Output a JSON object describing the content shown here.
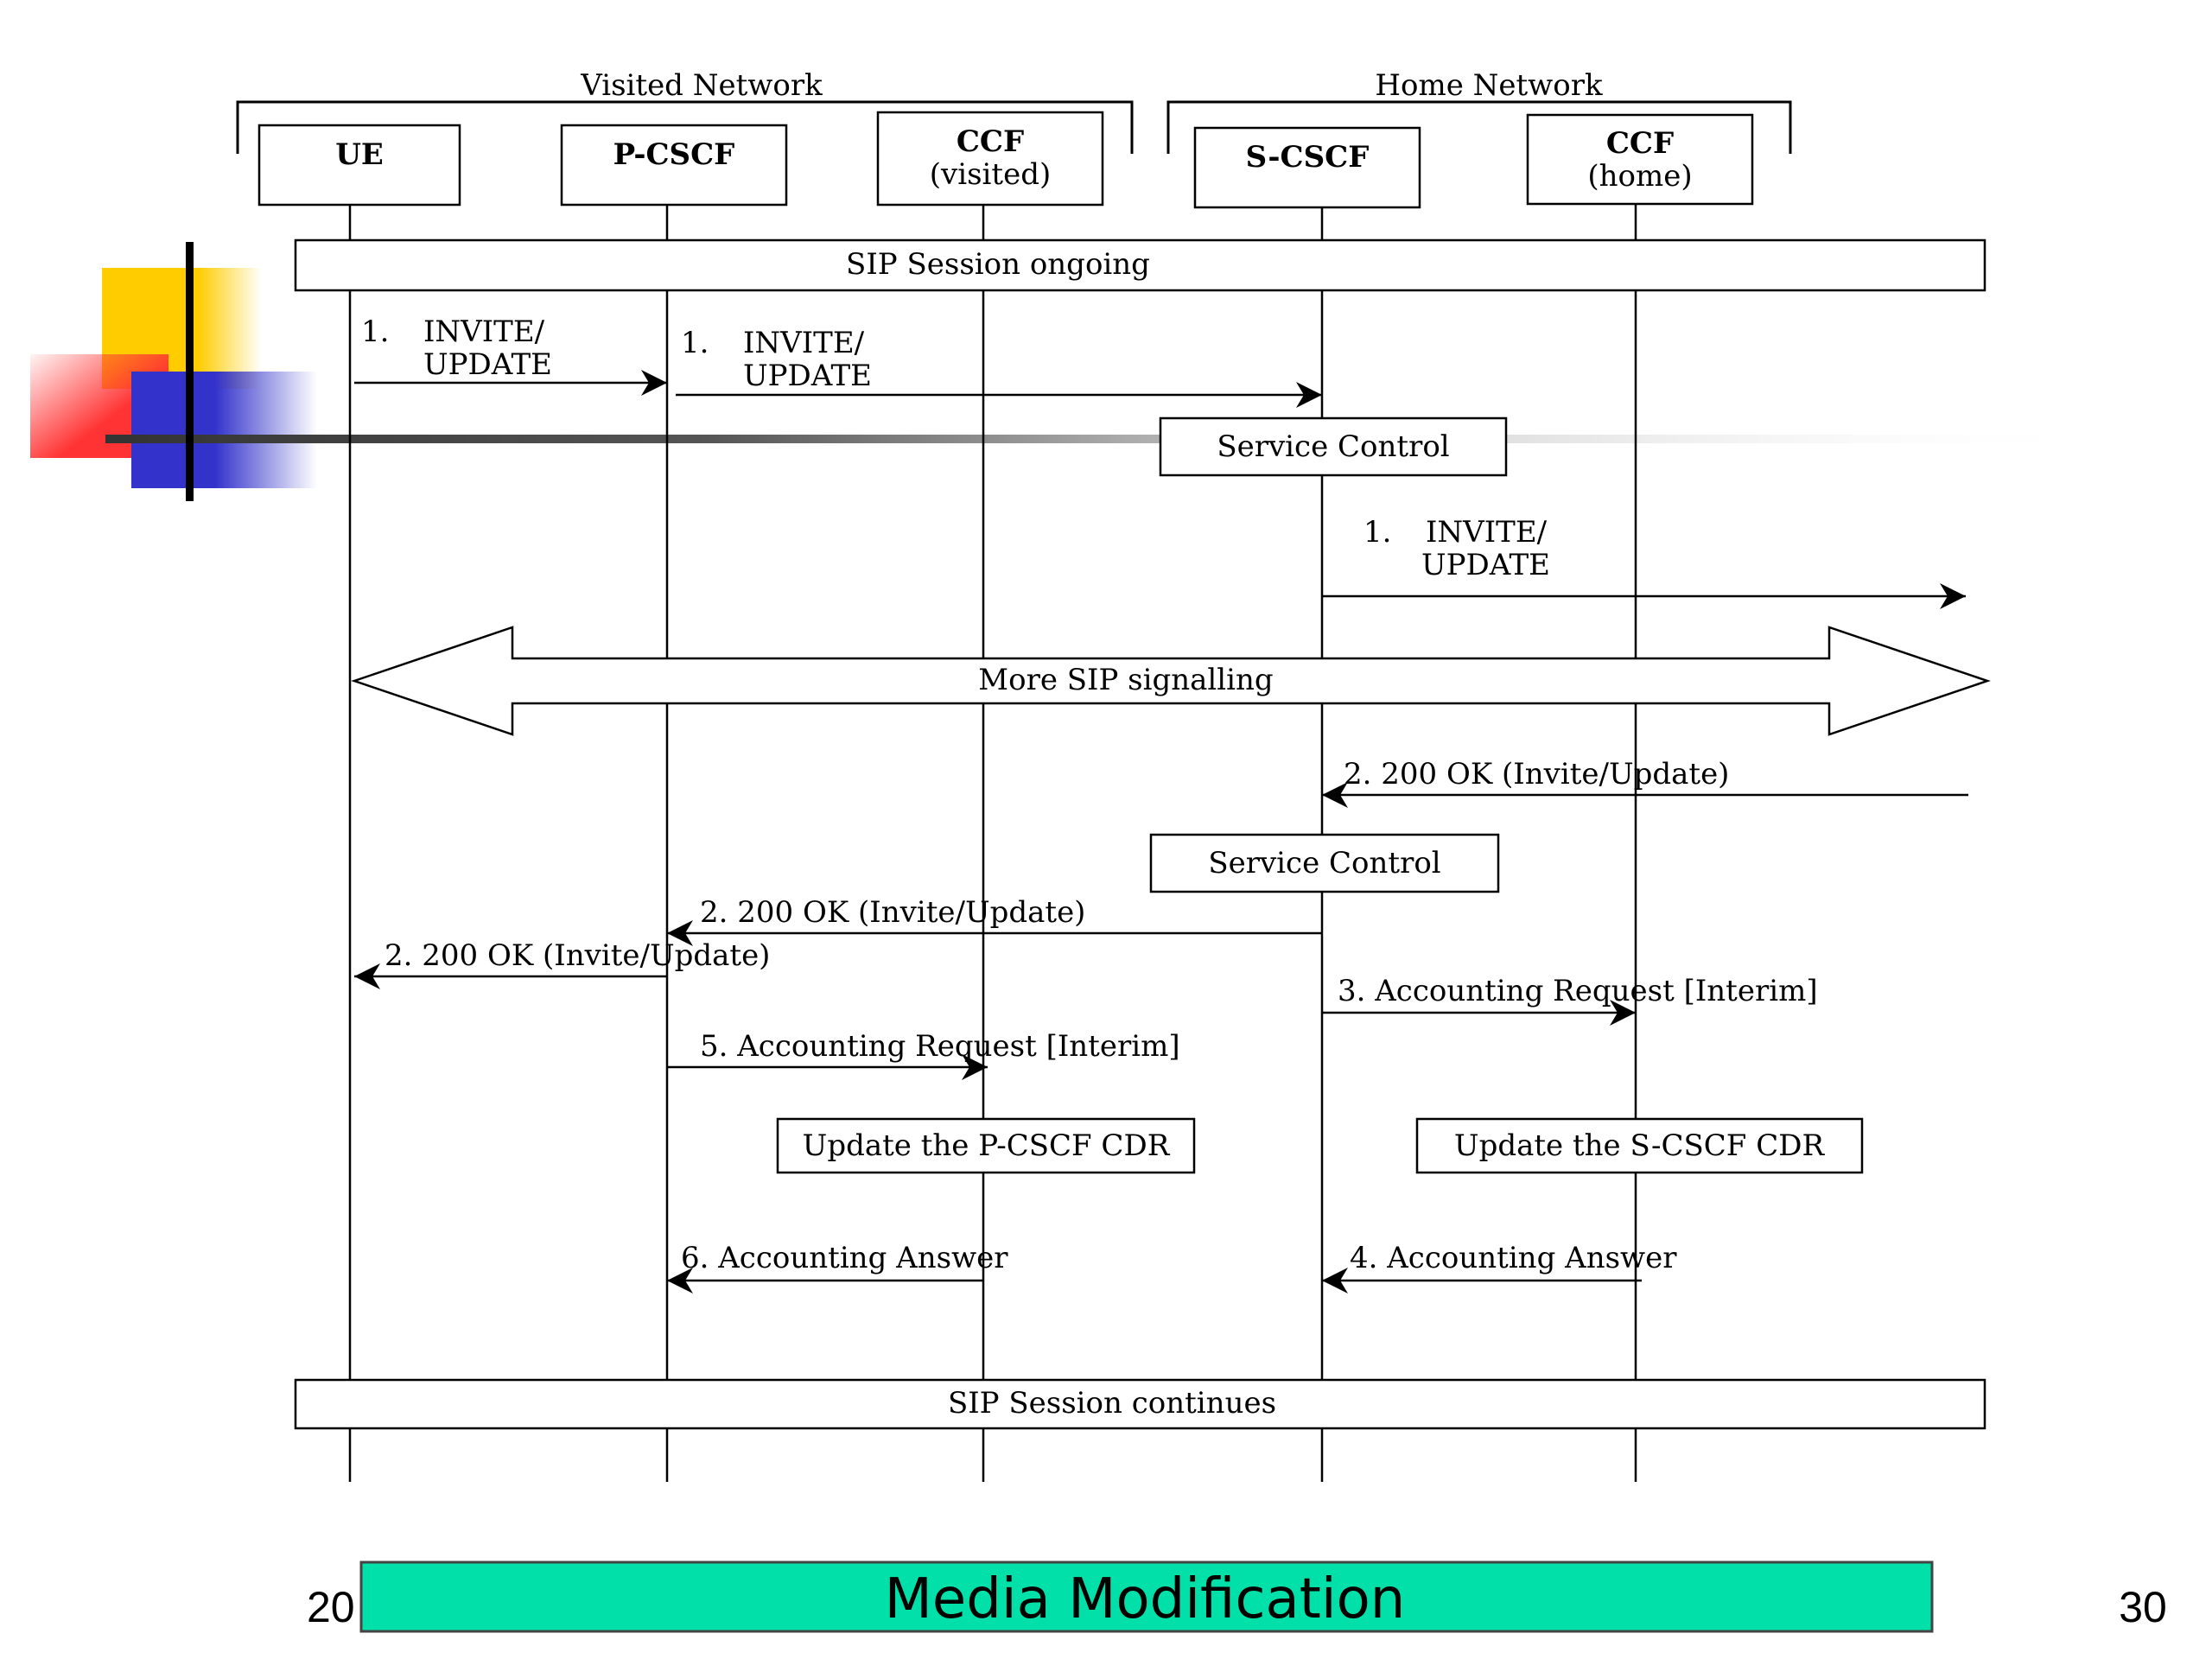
{
  "groups": {
    "visited": "Visited Network",
    "home": "Home Network"
  },
  "entities": {
    "ue": [
      "UE"
    ],
    "pcscf": [
      "P-CSCF"
    ],
    "ccf_visited": [
      "CCF",
      "(visited)"
    ],
    "scscf": [
      "S-CSCF"
    ],
    "ccf_home": [
      "CCF",
      "(home)"
    ]
  },
  "bars": {
    "session_ongoing": "SIP Session ongoing",
    "more_signalling": "More SIP signalling",
    "session_continues": "SIP Session continues"
  },
  "boxes": {
    "service_control_1": "Service Control",
    "service_control_2": "Service Control",
    "update_pcscf_cdr": "Update the P-CSCF CDR",
    "update_scscf_cdr": "Update the S-CSCF CDR"
  },
  "messages": {
    "invite_ue_pcscf": {
      "num": "1.",
      "line1": "INVITE/",
      "line2": "UPDATE"
    },
    "invite_pcscf_scscf": {
      "num": "1.",
      "line1": "INVITE/",
      "line2": "UPDATE"
    },
    "invite_scscf_out": {
      "num": "1.",
      "line1": "INVITE/",
      "line2": "UPDATE"
    },
    "ok_in_scscf": "2. 200 OK (Invite/Update)",
    "ok_scscf_pcscf": "2. 200 OK (Invite/Update)",
    "ok_pcscf_ue": "2. 200 OK (Invite/Update)",
    "acr_scscf": "3. Accounting Request [Interim]",
    "acr_pcscf": "5. Accounting Request [Interim]",
    "aca_pcscf": "6. Accounting Answer",
    "aca_scscf": "4. Accounting Answer"
  },
  "footer": {
    "left": "20",
    "title": "Media Modification",
    "page": "30",
    "title_bg": "#00E0A8"
  },
  "colors": {
    "deco_yellow": "#FFCC00",
    "deco_red": "#FF3333",
    "deco_blue": "#3333CC"
  }
}
